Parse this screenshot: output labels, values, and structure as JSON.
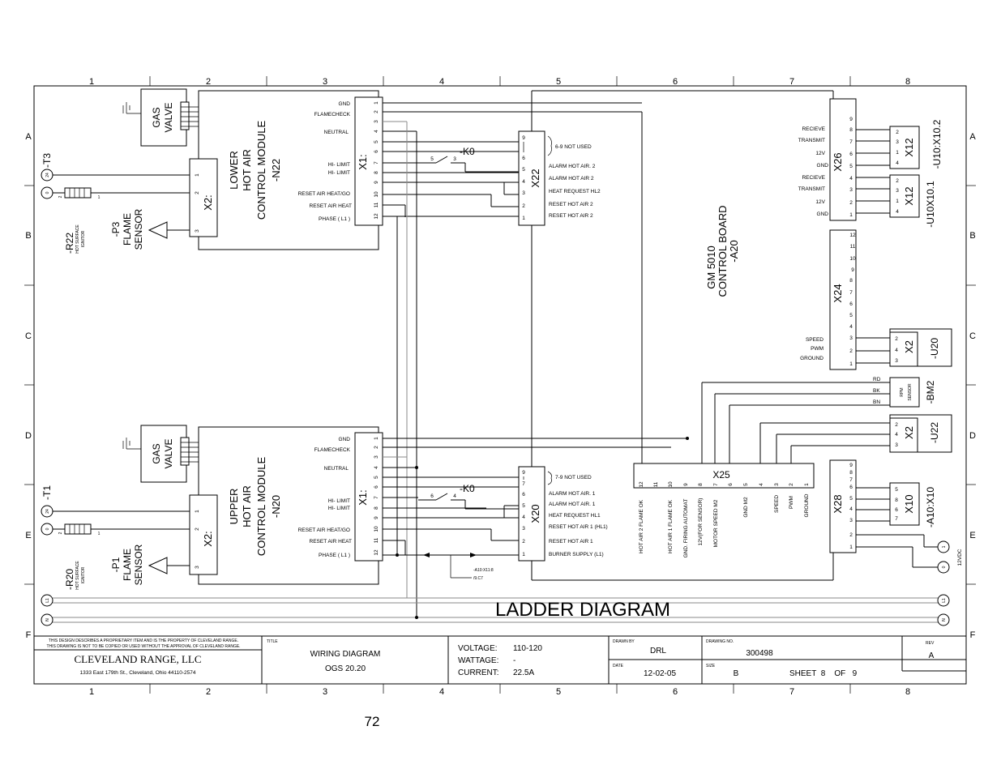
{
  "grid": {
    "cols": [
      "1",
      "2",
      "3",
      "4",
      "5",
      "6",
      "7",
      "8"
    ],
    "rows": [
      "A",
      "B",
      "C",
      "D",
      "E",
      "F"
    ]
  },
  "diagram_title": "LADDER DIAGRAM",
  "page_number": "72",
  "lower_module": {
    "gas_valve": [
      "GAS",
      "VALVE"
    ],
    "module_label": [
      "LOWER",
      "HOT AIR",
      "CONTROL MODULE",
      "-N22"
    ],
    "transformer": "-T3",
    "transformer_pin": "24",
    "ground_pin": "0",
    "igniter_tag": "-R22",
    "igniter_label": [
      "HOT SURFACE",
      "IGNITOR"
    ],
    "flame_tag": "-P3",
    "flame_label": [
      "FLAME",
      "SENSOR"
    ],
    "x2_label": "X2:",
    "x2_pins": [
      "1",
      "2",
      "3"
    ],
    "ign_pins": [
      "2",
      "1"
    ],
    "x1_label": "X1:",
    "x1_pins": [
      "1",
      "2",
      "3",
      "4",
      "5",
      "6",
      "7",
      "8",
      "9",
      "10",
      "11",
      "12"
    ],
    "signals": [
      "GND",
      "FLAMECHECK",
      "NEUTRAL",
      "HI- LIMIT",
      "HI- LIMIT",
      "RESET AIR HEAT/GO",
      "RESET AIR HEAT",
      "PHASE ( L1 )"
    ],
    "relay_tag": "-K0",
    "relay_pins": [
      "5",
      "3"
    ]
  },
  "upper_module": {
    "gas_valve": [
      "GAS",
      "VALVE"
    ],
    "module_label": [
      "UPPER",
      "HOT AIR",
      "CONTROL MODULE",
      "-N20"
    ],
    "transformer": "-T1",
    "transformer_pin": "24",
    "ground_pin": "0",
    "igniter_tag": "-R20",
    "igniter_label": [
      "HOT SURFACE",
      "IGNITOR"
    ],
    "flame_tag": "-P1",
    "flame_label": [
      "FLAME",
      "SENSOR"
    ],
    "x2_label": "X2:",
    "x2_pins": [
      "1",
      "2",
      "3"
    ],
    "ign_pins": [
      "2",
      "1"
    ],
    "x1_label": "X1:",
    "x1_pins": [
      "1",
      "2",
      "3",
      "4",
      "5",
      "6",
      "7",
      "8",
      "9",
      "10",
      "11",
      "12"
    ],
    "signals": [
      "GND",
      "FLAMECHECK",
      "NEUTRAL",
      "HI- LIMIT",
      "HI- LIMIT",
      "RESET AIR HEAT/GO",
      "RESET AIR HEAT",
      "PHASE ( L1 )"
    ],
    "relay_tag": "-K0",
    "relay_pins": [
      "6",
      "4"
    ]
  },
  "x22": {
    "label": "X22",
    "pins": [
      "9",
      "6",
      "5",
      "4",
      "3",
      "2",
      "1"
    ],
    "not_used": "6-9 NOT USED",
    "signals": [
      "ALARM HOT AIR. 2",
      "ALARM HOT AIR 2",
      "HEAT REQUEST HL2",
      "RESET HOT AIR 2",
      "RESET HOT AIR 2"
    ]
  },
  "x20": {
    "label": "X20",
    "pins": [
      "9",
      "7",
      "6",
      "5",
      "4",
      "3",
      "2",
      "1"
    ],
    "not_used": "7-9 NOT USED",
    "signals": [
      "ALARM HOT AIR. 1",
      "ALARM HOT AIR. 1",
      "HEAT REQUEST HL1",
      "RESET HOT AIR 1 (HL1)",
      "RESET HOT AIR 1",
      "BURNER SUPPLY (L1)"
    ],
    "crossref": [
      "-A10:X11:8",
      "/9.C7"
    ]
  },
  "control_board": {
    "name": "GM 5010",
    "subtitle": "CONTROL BOARD",
    "tag": "-A20"
  },
  "x26": {
    "label": "X26",
    "pins": [
      "9",
      "8",
      "7",
      "6",
      "5",
      "4",
      "3",
      "2",
      "1"
    ],
    "signals": [
      "RECIEVE",
      "TRANSMIT",
      "12V",
      "GND",
      "RECIEVE",
      "TRANSMIT",
      "12V",
      "GND"
    ]
  },
  "x12_a": {
    "label": "X12",
    "tag": "-U10:X10.2",
    "pins": [
      "2",
      "3",
      "1",
      "4"
    ]
  },
  "x12_b": {
    "label": "X12",
    "tag": "-U10X10.1",
    "pins": [
      "2",
      "3",
      "1",
      "4"
    ]
  },
  "x24": {
    "label": "X24",
    "pins": [
      "12",
      "11",
      "10",
      "9",
      "8",
      "7",
      "6",
      "5",
      "4",
      "3",
      "2",
      "1"
    ],
    "signals": [
      "SPEED",
      "PWM",
      "GROUND"
    ]
  },
  "u20": {
    "label": "X2",
    "tag": "-U20",
    "pins": [
      "2",
      "4",
      "3"
    ]
  },
  "bm2": {
    "label": [
      "RPM",
      "SENSOR"
    ],
    "tag": "-BM2",
    "wires": [
      "RD",
      "BK",
      "BN"
    ]
  },
  "u22": {
    "label": "X2",
    "tag": "-U22",
    "pins": [
      "2",
      "4",
      "3"
    ]
  },
  "x28": {
    "label": "X28",
    "pins": [
      "9",
      "8",
      "7",
      "6",
      "5",
      "4",
      "3",
      "2",
      "1"
    ]
  },
  "x10": {
    "label": "X10",
    "tag": "-A10:X10",
    "pins": [
      "5",
      "8",
      "6",
      "7"
    ],
    "supply": "12VDC",
    "supply_pins": [
      "1",
      "0"
    ]
  },
  "x25": {
    "label": "X25",
    "pins": [
      "12",
      "11",
      "10",
      "9",
      "8",
      "7",
      "6",
      "5",
      "4",
      "3",
      "2",
      "1"
    ],
    "signals": [
      "HOT AIR 2 FLAME OK",
      "HOT AIR 1 FLAME OK",
      "GND. FIRING AUTOMAT",
      "12V(FOR SENSOR)",
      "MOTOR SPEED M2",
      "GND M2",
      "SPEED",
      "PWM",
      "GROUND"
    ]
  },
  "rails": {
    "l1": "L1",
    "n": "N"
  },
  "title_block": {
    "notice": [
      "THIS DESIGN DESCRIBES A PROPRIETARY ITEM AND IS THE PROPERTY OF CLEVELAND RANGE.",
      "THIS DRAWING IS NOT TO BE COPIED OR USED WITHOUT THE APPROVAL OF CLEVELAND RANGE."
    ],
    "company": "CLEVELAND RANGE, LLC",
    "address": "1333 East 179th St., Cleveland, Ohio 44110-2574",
    "title_label": "TITLE",
    "title": [
      "WIRING DIAGRAM",
      "OGS 20.20"
    ],
    "voltage_label": "VOLTAGE:",
    "voltage": "110-120",
    "wattage_label": "WATTAGE:",
    "wattage": "-",
    "current_label": "CURRENT:",
    "current": "22.5A",
    "drawn_by_label": "DRAWN BY",
    "drawn_by": "DRL",
    "drawing_no_label": "DRAWING NO.",
    "drawing_no": "300498",
    "rev_label": "REV",
    "rev": "A",
    "date_label": "DATE",
    "date": "12-02-05",
    "size_label": "SIZE",
    "size": "B",
    "sheet": "SHEET  8    OF   9"
  }
}
